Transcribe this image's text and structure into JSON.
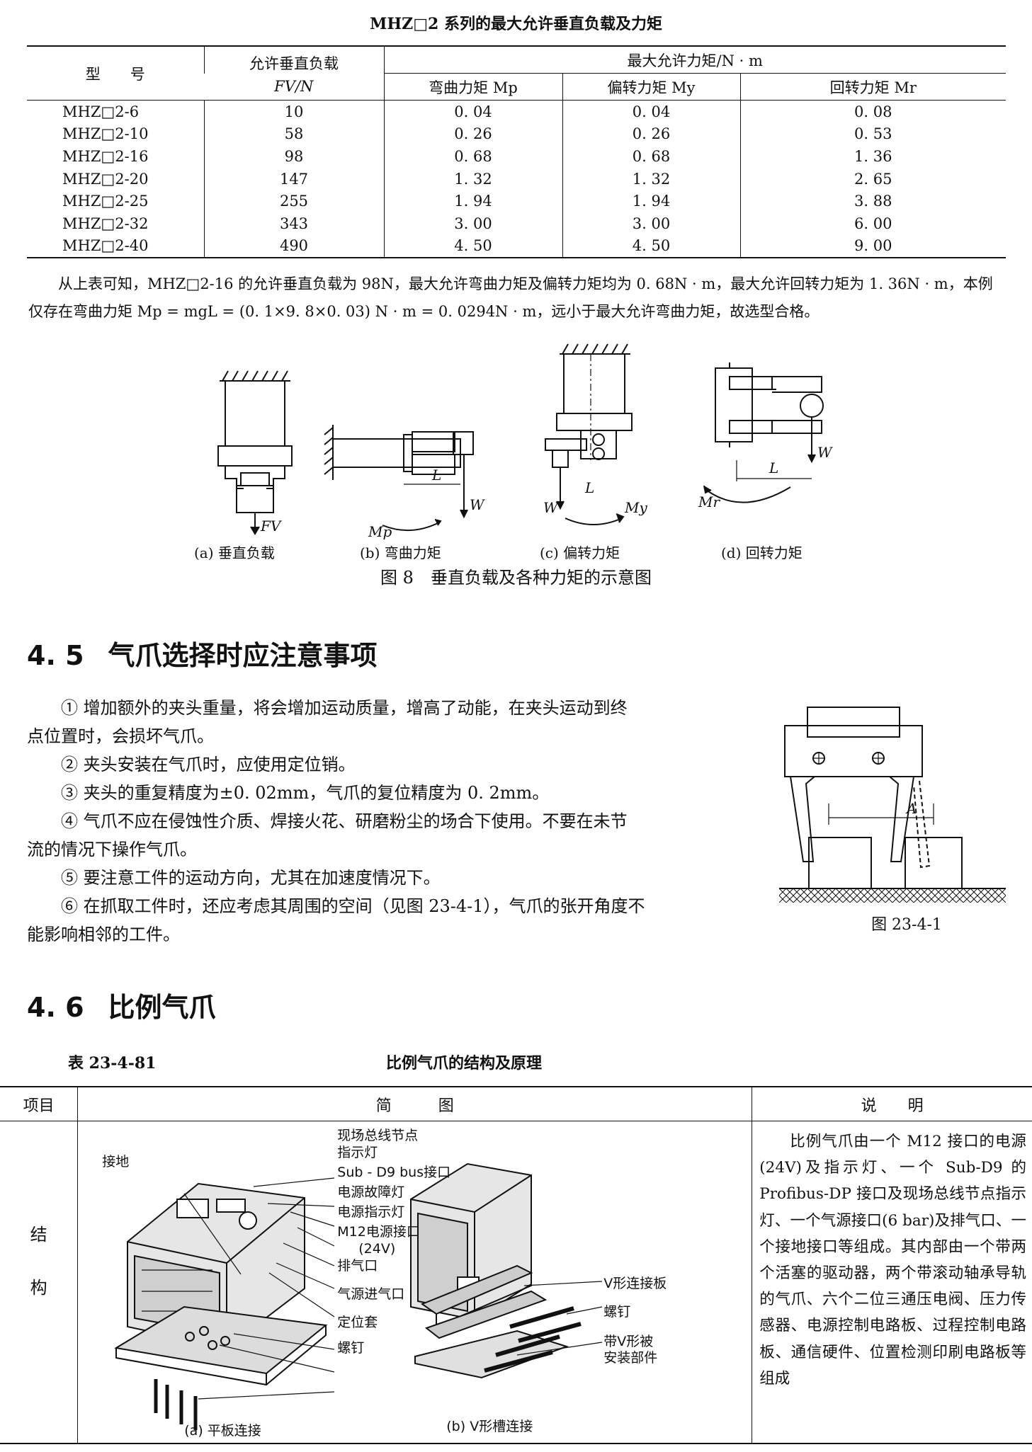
{
  "table1": {
    "caption": "MHZ□2 系列的最大允许垂直负载及力矩",
    "headers": {
      "model": "型　　号",
      "load_line1": "允许垂直负载",
      "load_line2": "FV/N",
      "moment_group": "最大允许力矩/N · m",
      "bending": "弯曲力矩 Mp",
      "yaw": "偏转力矩 My",
      "rotation": "回转力矩 Mr"
    },
    "rows": [
      {
        "model": "MHZ□2-6",
        "load": "10",
        "mp": "0. 04",
        "my": "0. 04",
        "mr": "0. 08"
      },
      {
        "model": "MHZ□2-10",
        "load": "58",
        "mp": "0. 26",
        "my": "0. 26",
        "mr": "0. 53"
      },
      {
        "model": "MHZ□2-16",
        "load": "98",
        "mp": "0. 68",
        "my": "0. 68",
        "mr": "1. 36"
      },
      {
        "model": "MHZ□2-20",
        "load": "147",
        "mp": "1. 32",
        "my": "1. 32",
        "mr": "2. 65"
      },
      {
        "model": "MHZ□2-25",
        "load": "255",
        "mp": "1. 94",
        "my": "1. 94",
        "mr": "3. 88"
      },
      {
        "model": "MHZ□2-32",
        "load": "343",
        "mp": "3. 00",
        "my": "3. 00",
        "mr": "6. 00"
      },
      {
        "model": "MHZ□2-40",
        "load": "490",
        "mp": "4. 50",
        "my": "4. 50",
        "mr": "9. 00"
      }
    ]
  },
  "paragraph1": "从上表可知，MHZ□2-16 的允许垂直负载为 98N，最大允许弯曲力矩及偏转力矩均为 0. 68N · m，最大允许回转力矩为 1. 36N · m，本例仅存在弯曲力矩 Mp = mgL = (0. 1×9. 8×0. 03) N · m = 0. 0294N · m，远小于最大允许弯曲力矩，故选型合格。",
  "figure8": {
    "sub_a": "(a)  垂直负载",
    "sub_b": "(b)  弯曲力矩",
    "sub_c": "(c)  偏转力矩",
    "sub_d": "(d)  回转力矩",
    "caption": "图 8　垂直负载及各种力矩的示意图",
    "labels": {
      "fv": "FV",
      "l": "L",
      "w": "W",
      "mp": "Mp",
      "my": "My",
      "mr": "Mr"
    }
  },
  "section45": {
    "number": "4. 5",
    "title": "气爪选择时应注意事项",
    "items": [
      "① 增加额外的夹头重量，将会增加运动质量，增高了动能，在夹头运动到终",
      "点位置时，会损坏气爪。",
      "② 夹头安装在气爪时，应使用定位销。",
      "③ 夹头的重复精度为±0. 02mm，气爪的复位精度为 0. 2mm。",
      "④ 气爪不应在侵蚀性介质、焊接火花、研磨粉尘的场合下使用。不要在未节",
      "流的情况下操作气爪。",
      "⑤ 要注意工件的运动方向，尤其在加速度情况下。",
      "⑥ 在抓取工件时，还应考虑其周围的空间（见图 23-4-1），气爪的张开角度不",
      "能影响相邻的工件。"
    ],
    "figure_caption": "图 23-4-1",
    "figure_label": "A"
  },
  "section46": {
    "number": "4. 6",
    "title": "比例气爪"
  },
  "table2": {
    "number": "表 23-4-81",
    "caption": "比例气爪的结构及原理",
    "headers": {
      "item": "项目",
      "diagram": "简　　　图",
      "desc": "说　　明"
    },
    "row_label_1": "结",
    "row_label_2": "构",
    "callouts_a": [
      "现场总线节点",
      "指示灯",
      "Sub - D9 bus接口",
      "电源故障灯",
      "电源指示灯",
      "M12电源接口",
      "(24V)",
      "排气口",
      "气源进气口",
      "定位套",
      "螺钉"
    ],
    "ground_label": "接地",
    "callouts_b": [
      "V形连接板",
      "螺钉",
      "带V形被",
      "安装部件"
    ],
    "sub_a": "(a)  平板连接",
    "sub_b": "(b)  V形槽连接",
    "description": "比例气爪由一个 M12 接口的电源(24V)及指示灯、一个 Sub-D9 的 Profibus-DP 接口及现场总线节点指示灯、一个气源接口(6 bar)及排气口、一个接地接口等组成。其内部由一个带两个活塞的驱动器，两个带滚动轴承导轨的气爪、六个二位三通压电阀、压力传感器、电源控制电路板、过程控制电路板、通信硬件、位置检测印刷电路板等组成"
  }
}
